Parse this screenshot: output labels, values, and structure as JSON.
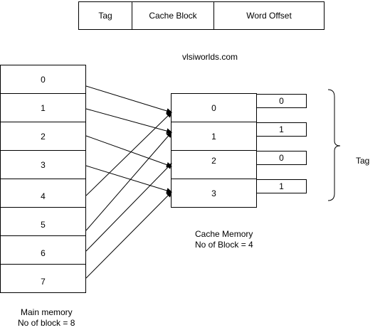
{
  "address_format": [
    "Tag",
    "Cache Block",
    "Word Offset"
  ],
  "watermark": "vlsiworlds.com",
  "main_memory": {
    "blocks": [
      "0",
      "1",
      "2",
      "3",
      "4",
      "5",
      "6",
      "7"
    ],
    "caption_line1": "Main memory",
    "caption_line2": "No of block = 8"
  },
  "cache_memory": {
    "blocks": [
      "0",
      "1",
      "2",
      "3"
    ],
    "tags": [
      "0",
      "1",
      "0",
      "1"
    ],
    "caption_line1": "Cache Memory",
    "caption_line2": "No of Block = 4"
  },
  "tag_label": "Tag",
  "mapping": [
    {
      "from": 0,
      "to": 0
    },
    {
      "from": 1,
      "to": 1
    },
    {
      "from": 2,
      "to": 2
    },
    {
      "from": 3,
      "to": 3
    },
    {
      "from": 4,
      "to": 0
    },
    {
      "from": 5,
      "to": 1
    },
    {
      "from": 6,
      "to": 2
    },
    {
      "from": 7,
      "to": 3
    }
  ]
}
